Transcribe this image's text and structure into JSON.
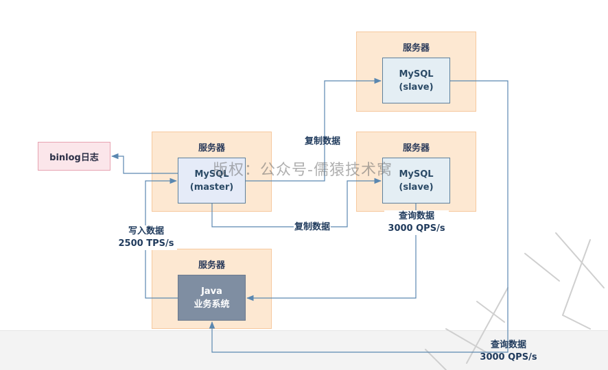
{
  "nodes": {
    "server_top_right": {
      "label": "服务器"
    },
    "server_middle_right": {
      "label": "服务器"
    },
    "server_middle_left": {
      "label": "服务器"
    },
    "server_bottom": {
      "label": "服务器"
    },
    "slave_top": {
      "line1": "MySQL",
      "line2": "(slave)"
    },
    "slave_middle": {
      "line1": "MySQL",
      "line2": "(slave)"
    },
    "master": {
      "line1": "MySQL",
      "line2": "(master)"
    },
    "java_app": {
      "line1": "Java",
      "line2": "业务系统"
    },
    "binlog": {
      "label": "binlog日志"
    }
  },
  "edge_labels": {
    "replicate_top": "复制数据",
    "replicate_bottom": "复制数据",
    "write": {
      "line1": "写入数据",
      "line2": "2500 TPS/s"
    },
    "query_middle": {
      "line1": "查询数据",
      "line2": "3000 QPS/s"
    },
    "query_bottom": {
      "line1": "查询数据",
      "line2": "3000 QPS/s"
    }
  },
  "watermark": "版权：公众号-儒猿技术窝",
  "colors": {
    "edge": "#5a87b0",
    "server_fill": "#fde8d2",
    "server_border": "#f6c89d",
    "db_fill": "#e4eef4",
    "app_fill": "#7f8ea2",
    "binlog_fill": "#fbe6ea"
  }
}
